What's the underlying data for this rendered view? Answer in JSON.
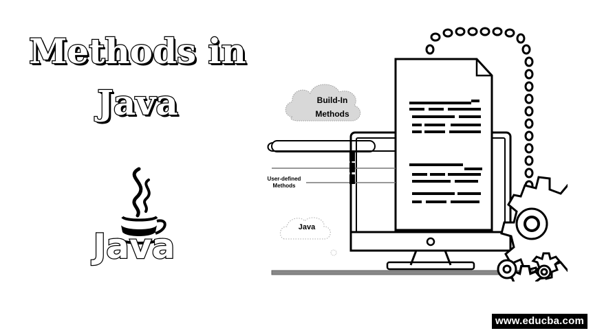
{
  "title": {
    "line1": "Methods in",
    "line2": "Java"
  },
  "logo": {
    "word": "Java",
    "icon": "java-coffee-cup-icon"
  },
  "illustration": {
    "cloud_top": {
      "line1": "Build-In",
      "line2": "Methods"
    },
    "side_label": {
      "line1": "User-defined",
      "line2": "Methods"
    },
    "cloud_bottom": "Java",
    "icons": [
      "monitor-icon",
      "document-icon",
      "gear-icon",
      "cloud-icon"
    ]
  },
  "footer": {
    "site": "www.educba.com"
  },
  "colors": {
    "ink": "#000000",
    "paper": "#ffffff"
  }
}
